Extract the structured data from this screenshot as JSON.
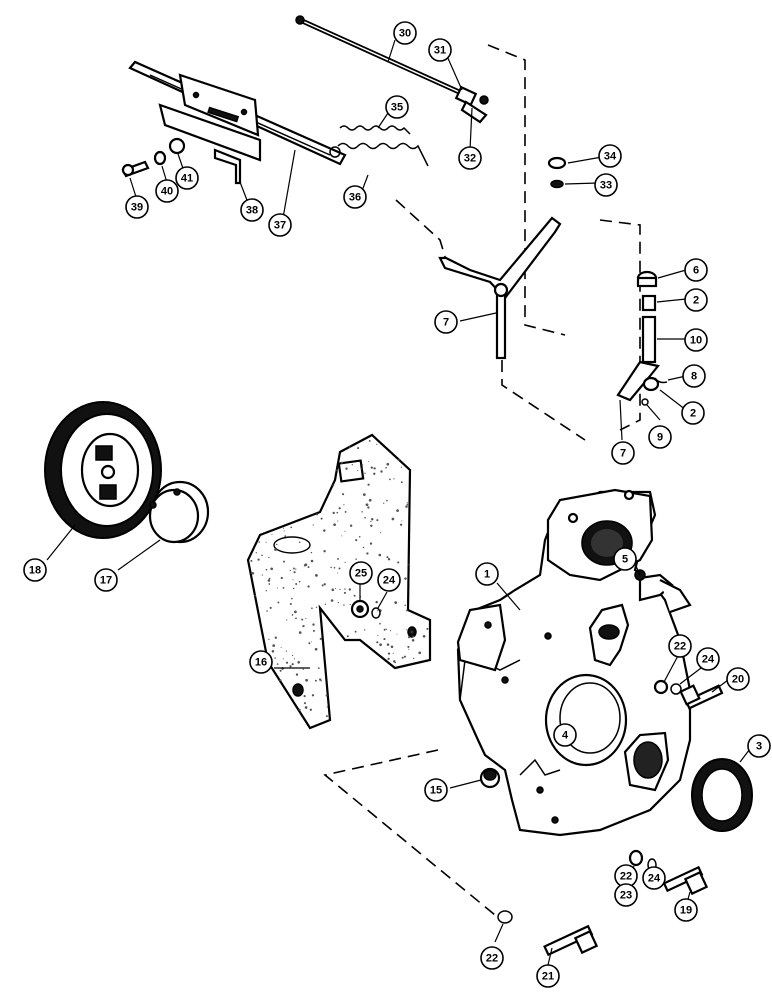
{
  "callouts": [
    {
      "id": "c30",
      "label": "30"
    },
    {
      "id": "c31",
      "label": "31"
    },
    {
      "id": "c32",
      "label": "32"
    },
    {
      "id": "c35",
      "label": "35"
    },
    {
      "id": "c36",
      "label": "36"
    },
    {
      "id": "c37",
      "label": "37"
    },
    {
      "id": "c38",
      "label": "38"
    },
    {
      "id": "c39",
      "label": "39"
    },
    {
      "id": "c40",
      "label": "40"
    },
    {
      "id": "c41",
      "label": "41"
    },
    {
      "id": "c34",
      "label": "34"
    },
    {
      "id": "c33",
      "label": "33"
    },
    {
      "id": "c6",
      "label": "6"
    },
    {
      "id": "c2a",
      "label": "2"
    },
    {
      "id": "c10",
      "label": "10"
    },
    {
      "id": "c8",
      "label": "8"
    },
    {
      "id": "c2b",
      "label": "2"
    },
    {
      "id": "c9",
      "label": "9"
    },
    {
      "id": "c7b",
      "label": "7"
    },
    {
      "id": "c7a",
      "label": "7"
    },
    {
      "id": "c18",
      "label": "18"
    },
    {
      "id": "c17",
      "label": "17"
    },
    {
      "id": "c25",
      "label": "25"
    },
    {
      "id": "c24a",
      "label": "24"
    },
    {
      "id": "c16",
      "label": "16"
    },
    {
      "id": "c1",
      "label": "1"
    },
    {
      "id": "c5",
      "label": "5"
    },
    {
      "id": "c22a",
      "label": "22"
    },
    {
      "id": "c24b",
      "label": "24"
    },
    {
      "id": "c20",
      "label": "20"
    },
    {
      "id": "c4",
      "label": "4"
    },
    {
      "id": "c3",
      "label": "3"
    },
    {
      "id": "c15",
      "label": "15"
    },
    {
      "id": "c22b",
      "label": "22"
    },
    {
      "id": "c23",
      "label": "23"
    },
    {
      "id": "c24c",
      "label": "24"
    },
    {
      "id": "c19",
      "label": "19"
    },
    {
      "id": "c22c",
      "label": "22"
    },
    {
      "id": "c21",
      "label": "21"
    }
  ]
}
